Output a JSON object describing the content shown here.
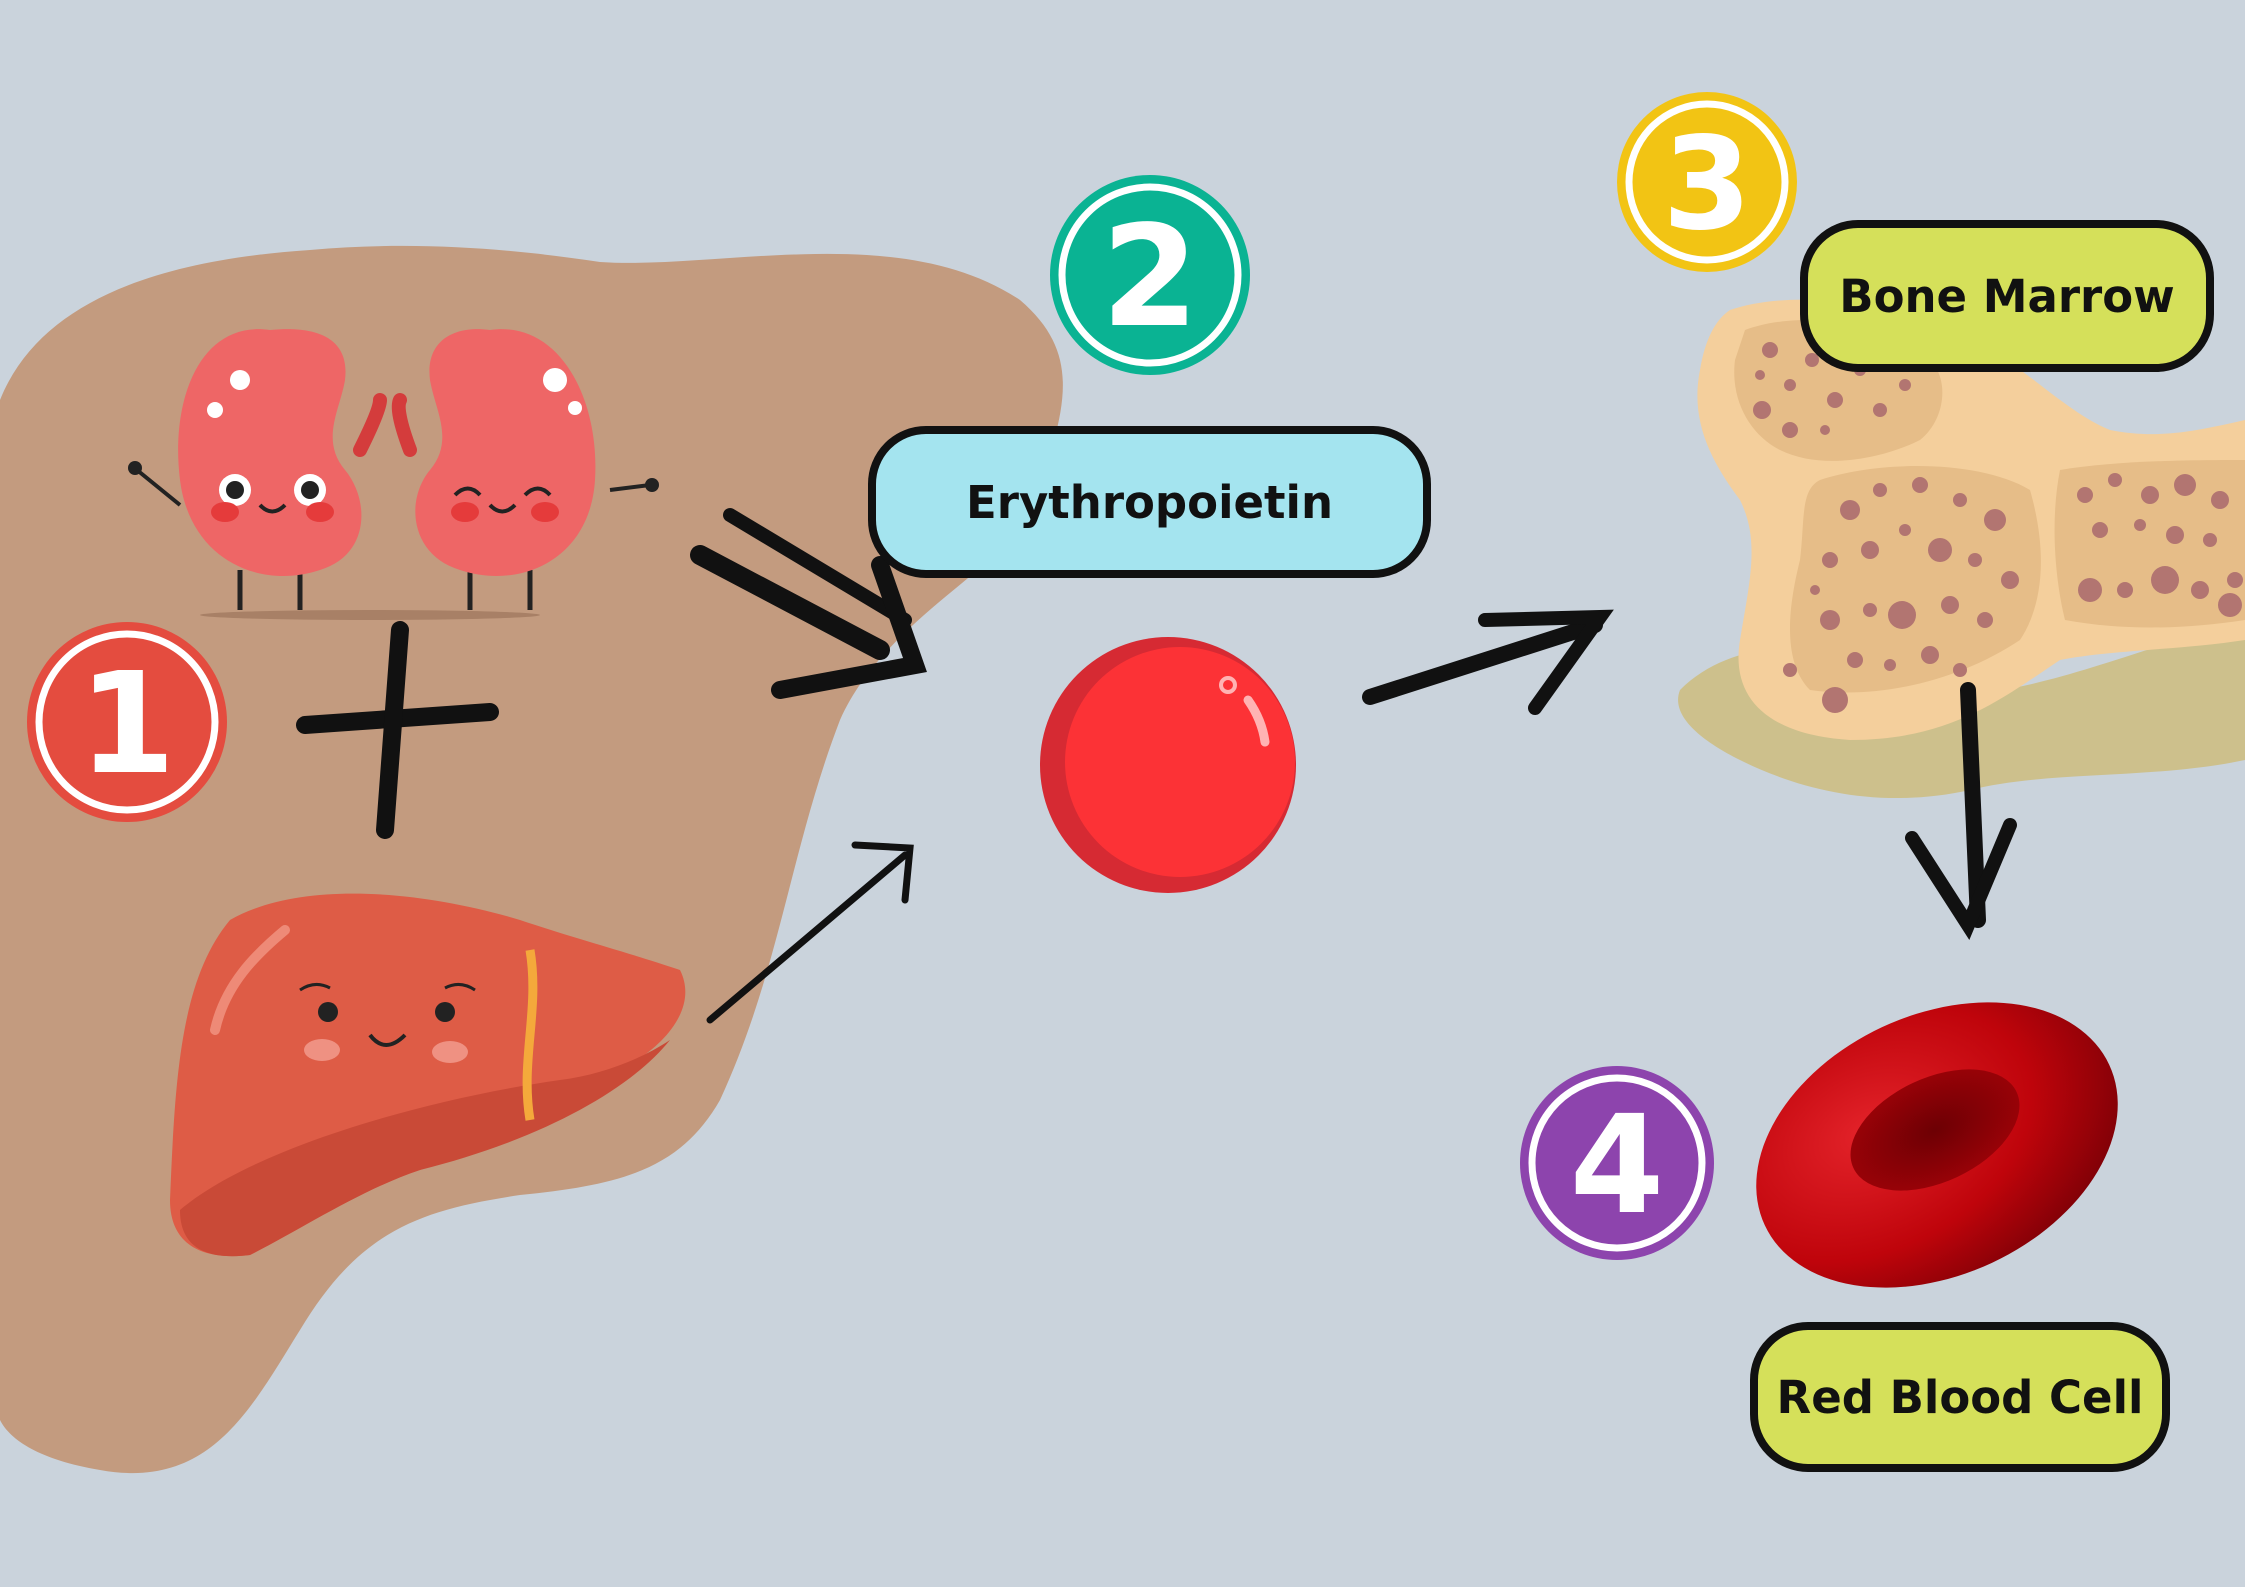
{
  "steps": [
    {
      "number": "1",
      "color": "#e44c3f"
    },
    {
      "number": "2",
      "color": "#0ab393"
    },
    {
      "number": "3",
      "color": "#f2c414"
    },
    {
      "number": "4",
      "color": "#8d44ad"
    }
  ],
  "labels": {
    "hormone": "Erythropoietin",
    "bone_marrow": "Bone Marrow",
    "red_blood_cell": "Red Blood Cell"
  },
  "colors": {
    "background": "#cad3dc",
    "organ_region": "#c39b7f",
    "kidney": "#ee6666",
    "liver": "#de5c46",
    "erythropoietin_cell": "#fc3236",
    "bone": "#f4cf9c",
    "red_blood_cell": "#bf040b"
  }
}
